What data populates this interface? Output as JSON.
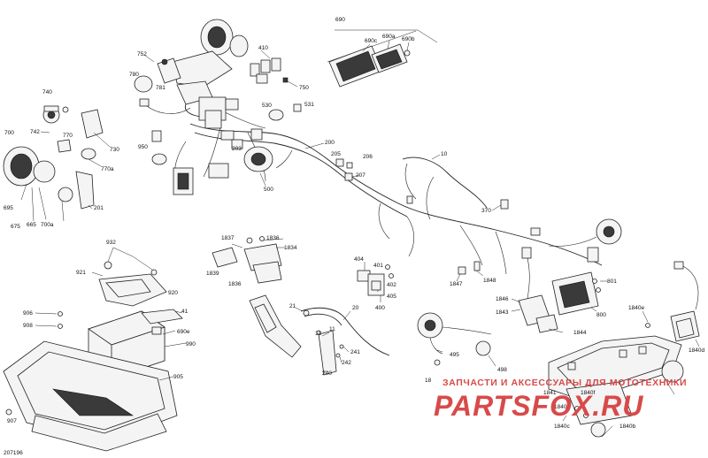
{
  "diagram": {
    "reference_code": "207196",
    "labels": {
      "p690": "690",
      "p690a": "690a",
      "p690b": "690b",
      "p690c": "690c",
      "p410": "410",
      "p750": "750",
      "p752": "752",
      "p780": "780",
      "p781": "781",
      "p740": "740",
      "p742": "742",
      "p770": "770",
      "p730": "730",
      "p770a": "770a",
      "p700": "700",
      "p695": "695",
      "p675": "675",
      "p665": "665",
      "p700a": "700a",
      "p201": "201",
      "p530": "530",
      "p531": "531",
      "p950": "950",
      "p203": "203",
      "p200": "200",
      "p500": "500",
      "p205": "205",
      "p206": "206",
      "p207": "207",
      "p10": "10",
      "p370": "370",
      "p1837": "1837",
      "p1836a": "1836",
      "p1834": "1834",
      "p1839": "1839",
      "p1836b": "1836",
      "p932": "932",
      "p921": "921",
      "p920": "920",
      "p906": "906",
      "p908": "908",
      "p41": "41",
      "p690e": "690e",
      "p990": "990",
      "p905": "905",
      "p907": "907",
      "p404": "404",
      "p401": "401",
      "p402": "402",
      "p405": "405",
      "p400": "400",
      "p1847": "1847",
      "p1848": "1848",
      "p801": "801",
      "p800": "800",
      "p1846": "1846",
      "p1843": "1843",
      "p1844": "1844",
      "p21": "21",
      "p20": "20",
      "p12": "12",
      "p11": "11",
      "p241": "241",
      "p242": "242",
      "p240": "240",
      "p495": "495",
      "p498": "498",
      "p1840e": "1840e",
      "p1840d": "1840d",
      "p1841": "1841",
      "p1840f": "1840f",
      "p1840a": "1840a",
      "p1840c": "1840c",
      "p1840b": "1840b",
      "p18xx": "18"
    }
  },
  "watermark": {
    "tagline": "ЗАПЧАСТИ И АКСЕССУАРЫ ДЛЯ МОТОТЕХНИКИ",
    "brand": "PARTSFOX.RU",
    "color": "#d84a4a"
  }
}
